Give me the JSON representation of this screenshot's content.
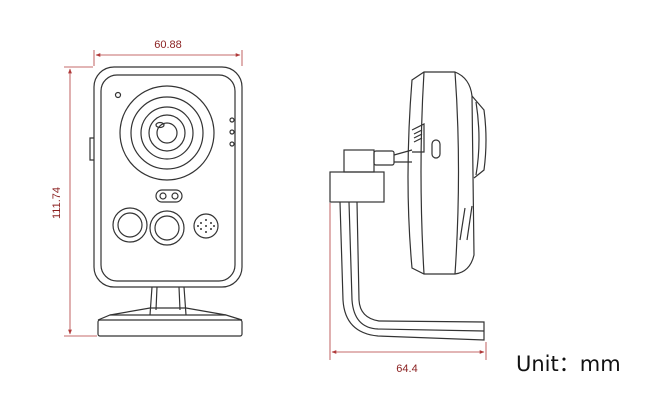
{
  "dimensions": {
    "front_width": "60.88",
    "front_height": "111.74",
    "side_depth": "64.4"
  },
  "unit_label": "Unit：mm",
  "colors": {
    "outline": "#333333",
    "dimension_line": "#b03a3a",
    "dimension_text": "#8a1f1f"
  }
}
